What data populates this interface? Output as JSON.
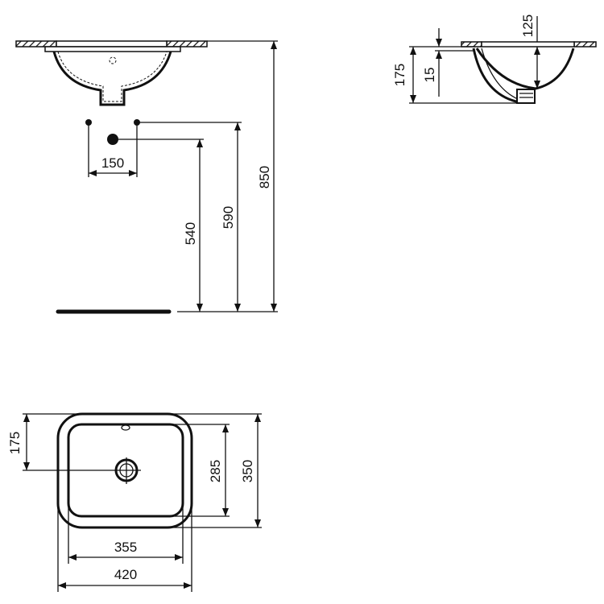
{
  "front_view": {
    "dim_tap_spacing": "150",
    "dim_waste_height": "540",
    "dim_supply_height": "590",
    "dim_rim_height": "850"
  },
  "side_view": {
    "dim_bowl_depth": "125",
    "dim_total_depth": "175",
    "dim_rim_thickness": "15"
  },
  "plan_view": {
    "dim_waste_offset": "175",
    "dim_inner_depth": "285",
    "dim_outer_depth": "350",
    "dim_inner_width": "355",
    "dim_outer_width": "420"
  },
  "colors": {
    "line": "#111111",
    "background": "#ffffff"
  }
}
